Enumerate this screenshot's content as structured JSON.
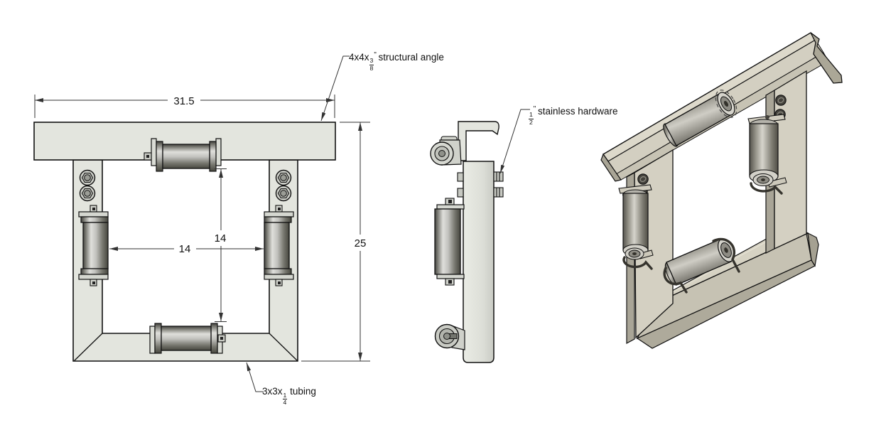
{
  "drawing": {
    "dimensions": {
      "overall_width": "31.5",
      "overall_height": "25",
      "roller_gap_horizontal": "14",
      "roller_gap_vertical": "14"
    },
    "annotations": {
      "structural_angle": {
        "prefix": "4x4x",
        "fraction_numerator": "3",
        "fraction_denominator": "8",
        "unit": "\"",
        "label": " structural angle"
      },
      "stainless_hardware": {
        "prefix": "",
        "fraction_numerator": "1",
        "fraction_denominator": "2",
        "unit": "\"",
        "label": " stainless hardware"
      },
      "tubing": {
        "prefix": "3x3x",
        "fraction_numerator": "1",
        "fraction_denominator": "4",
        "unit": "",
        "label": " tubing"
      }
    },
    "colors": {
      "line": "#111111",
      "dimension_line": "#333333",
      "frame_fill": "#e3e5de",
      "iso_face_light": "#d4d0c2",
      "iso_face_mid": "#c6c2b3",
      "iso_face_dark": "#a9a597",
      "roller_dark": "#45443f",
      "background": "#ffffff"
    }
  }
}
